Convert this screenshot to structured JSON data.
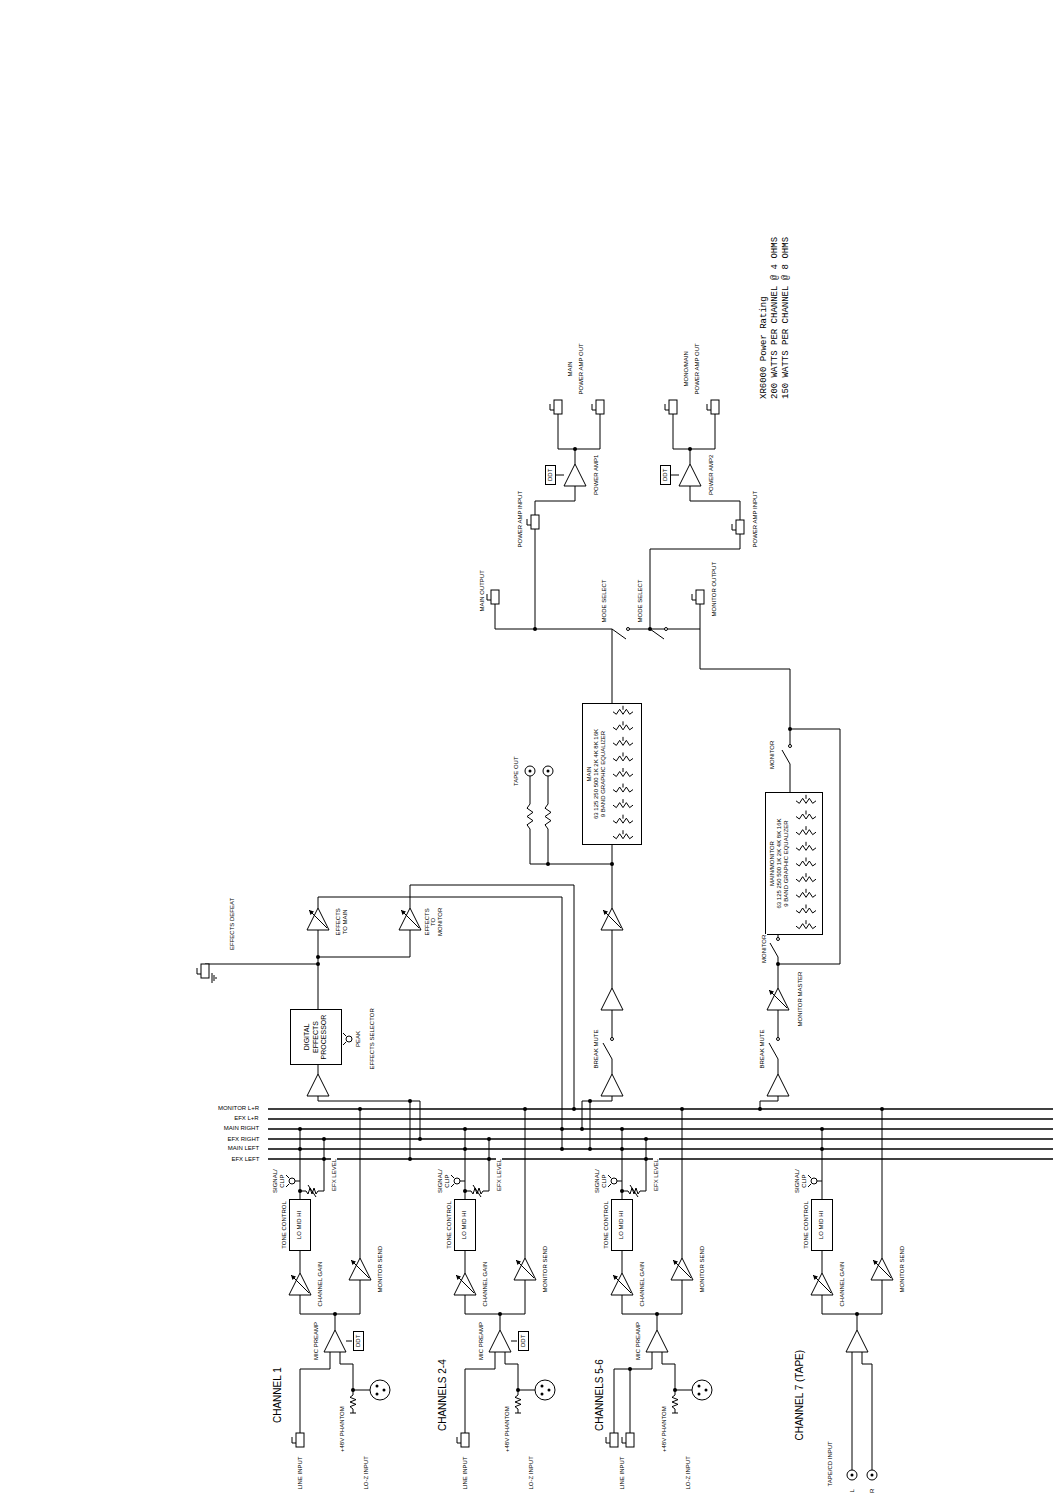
{
  "diagram": {
    "nodes": [
      {
        "text": [
          "DDT"
        ]
      },
      {
        "text": [
          "TONE CONTROL",
          "LO MID HI"
        ]
      },
      {
        "text": [
          "DDT"
        ]
      },
      {
        "text": [
          "TONE CONTROL",
          "LO MID HI"
        ]
      },
      {
        "text": [
          "TONE CONTROL",
          "LO MID HI"
        ]
      },
      {
        "text": [
          "TONE CONTROL",
          "LO MID HI"
        ]
      },
      {
        "text": [
          "DIGITAL EFFECTS PROCESSOR"
        ]
      },
      {
        "text": [
          "MAIN",
          "63 125 250 500 1K 2K 4K 8K 16K",
          "9 BAND GRAPHIC EQUALIZER"
        ]
      },
      {
        "text": [
          "MAIN/MONITOR",
          "63 125 250 500 1K 2K 4K 8K 16K",
          "9 BAND GRAPHIC EQUALIZER"
        ]
      },
      {
        "text": [
          "DDT"
        ]
      },
      {
        "text": [
          "DDT"
        ]
      }
    ],
    "labels": [
      "XR6000 Power Rating",
      "200 WATTS PER CHANNEL @ 4 OHMS",
      "150 WATTS PER CHANNEL @ 8 OHMS",
      "MONITOR L+R",
      "EFX L+R",
      "MAIN RIGHT",
      "EFX RIGHT",
      "MAIN LEFT",
      "EFX LEFT",
      "CHANNEL 1",
      "LINE INPUT",
      "+48V PHANTOM",
      "LO-Z INPUT",
      "MIC PREAMP",
      "CHANNEL GAIN",
      "MONITOR SEND",
      "SIGNAL/ CLIP",
      "EFX LEVEL",
      "CHANNELS 2-4",
      "LINE INPUT",
      "+48V PHANTOM",
      "LO-Z INPUT",
      "MIC PREAMP",
      "CHANNEL GAIN",
      "MONITOR SEND",
      "SIGNAL/ CLIP",
      "EFX LEVEL",
      "CHANNELS 5-6",
      "LINE INPUT",
      "+48V PHANTOM",
      "LO-Z INPUT",
      "MIC PREAMP",
      "CHANNEL GAIN",
      "MONITOR SEND",
      "SIGNAL/ CLIP",
      "EFX LEVEL",
      "CHANNEL 7 (TAPE)",
      "TAPE/CD INPUT",
      "L",
      "R",
      "CHANNEL GAIN",
      "MONITOR SEND",
      "SIGNAL/ CLIP",
      "EFFECTS DEFEAT",
      "PEAK",
      "EFFECTS SELECTOR",
      "EFFECTS TO MAIN",
      "EFFECTS TO MONITOR",
      "BREAK MUTE",
      "TAPE OUT",
      "MODE SELECT",
      "MODE SELECT",
      "MAIN OUTPUT",
      "MONITOR OUTPUT",
      "POWER AMP INPUT",
      "POWER AMP INPUT",
      "POWER AMP1",
      "POWER AMP2",
      "MAIN",
      "POWER AMP OUT",
      "MONO/MAIN",
      "POWER AMP OUT",
      "BREAK MUTE",
      "MONITOR MASTER",
      "MONITOR",
      "MONITOR"
    ]
  }
}
